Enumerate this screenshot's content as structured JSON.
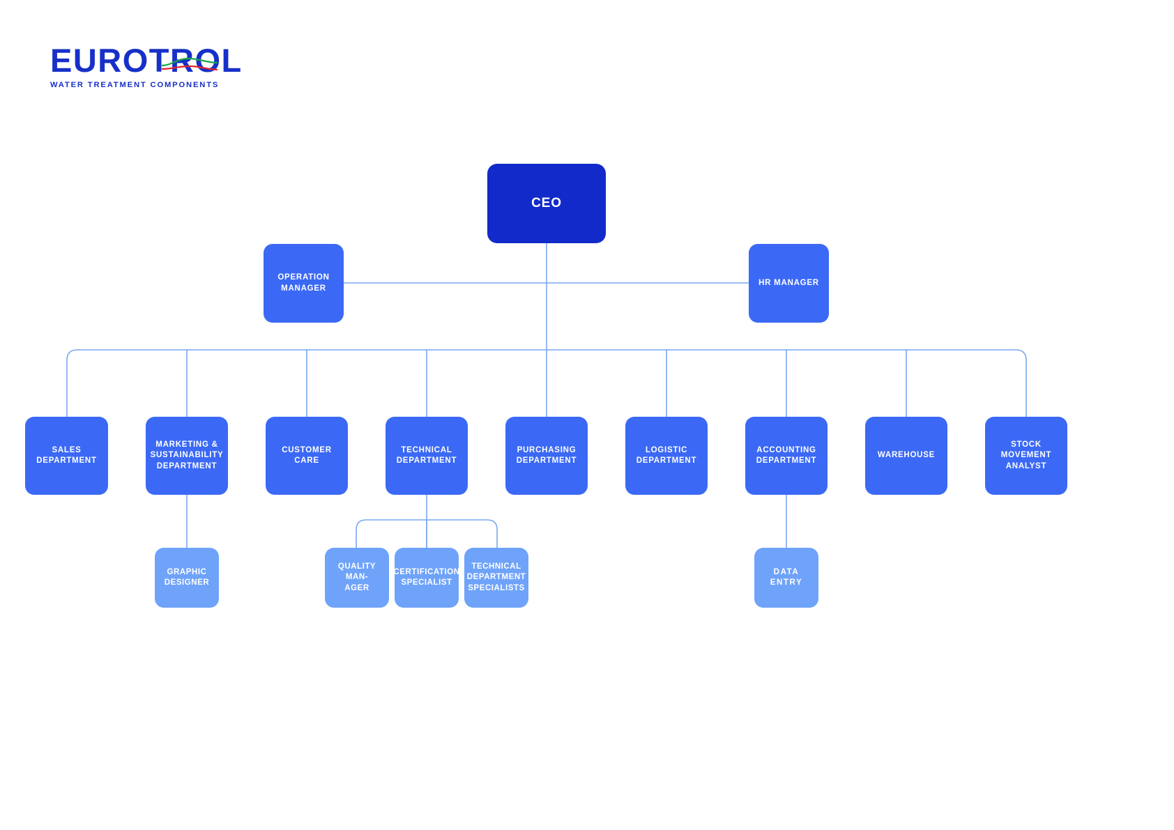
{
  "brand": {
    "name": "EUROTROL",
    "tagline": "WATER TREATMENT COMPONENTS",
    "logo_color": "#1630c8",
    "wave_colors": [
      "#1aa84a",
      "#e0262e"
    ]
  },
  "colors": {
    "ceo_box": "#112ac9",
    "manager_box": "#3b69f5",
    "department_box": "#3b69f5",
    "sub_box": "#6fa3fa",
    "connector": "#7aa7f2",
    "text": "#ffffff",
    "background": "#ffffff"
  },
  "chart_data": {
    "type": "diagram",
    "title": "EUROTROL Organizational Chart",
    "levels": [
      "executive",
      "management",
      "department",
      "sub-role"
    ],
    "nodes": [
      {
        "id": "ceo",
        "label": "CEO",
        "level": "executive",
        "parent": null
      },
      {
        "id": "operation-manager",
        "label": "OPERATION\nMANAGER",
        "level": "management",
        "parent": "ceo"
      },
      {
        "id": "hr-manager",
        "label": "HR MANAGER",
        "level": "management",
        "parent": "ceo"
      },
      {
        "id": "sales-department",
        "label": "SALES\nDEPARTMENT",
        "level": "department",
        "parent": "operation-manager"
      },
      {
        "id": "marketing-sustainability-department",
        "label": "MARKETING &\nSUSTAINABILITY\nDEPARTMENT",
        "level": "department",
        "parent": "operation-manager"
      },
      {
        "id": "customer-care",
        "label": "CUSTOMER\nCARE",
        "level": "department",
        "parent": "operation-manager"
      },
      {
        "id": "technical-department",
        "label": "TECHNICAL\nDEPARTMENT",
        "level": "department",
        "parent": "operation-manager"
      },
      {
        "id": "purchasing-department",
        "label": "PURCHASING\nDEPARTMENT",
        "level": "department",
        "parent": "ceo"
      },
      {
        "id": "logistic-department",
        "label": "LOGISTIC\nDEPARTMENT",
        "level": "department",
        "parent": "operation-manager"
      },
      {
        "id": "accounting-department",
        "label": "ACCOUNTING\nDEPARTMENT",
        "level": "department",
        "parent": "operation-manager"
      },
      {
        "id": "warehouse",
        "label": "WAREHOUSE",
        "level": "department",
        "parent": "operation-manager"
      },
      {
        "id": "stock-movement-analyst",
        "label": "STOCK\nMOVEMENT\nANALYST",
        "level": "department",
        "parent": "operation-manager"
      },
      {
        "id": "graphic-designer",
        "label": "GRAPHIC\nDESIGNER",
        "level": "sub-role",
        "parent": "marketing-sustainability-department"
      },
      {
        "id": "quality-manager",
        "label": "QUALITY MAN-\nAGER",
        "level": "sub-role",
        "parent": "technical-department"
      },
      {
        "id": "certification-specialist",
        "label": "CERTIFICATION\nSPECIALIST",
        "level": "sub-role",
        "parent": "technical-department"
      },
      {
        "id": "technical-department-specialists",
        "label": "TECHNICAL\nDEPARTMENT\nSPECIALISTS",
        "level": "sub-role",
        "parent": "technical-department"
      },
      {
        "id": "data-entry",
        "label": "DATA\nENTRY",
        "level": "sub-role",
        "parent": "accounting-department"
      }
    ]
  }
}
